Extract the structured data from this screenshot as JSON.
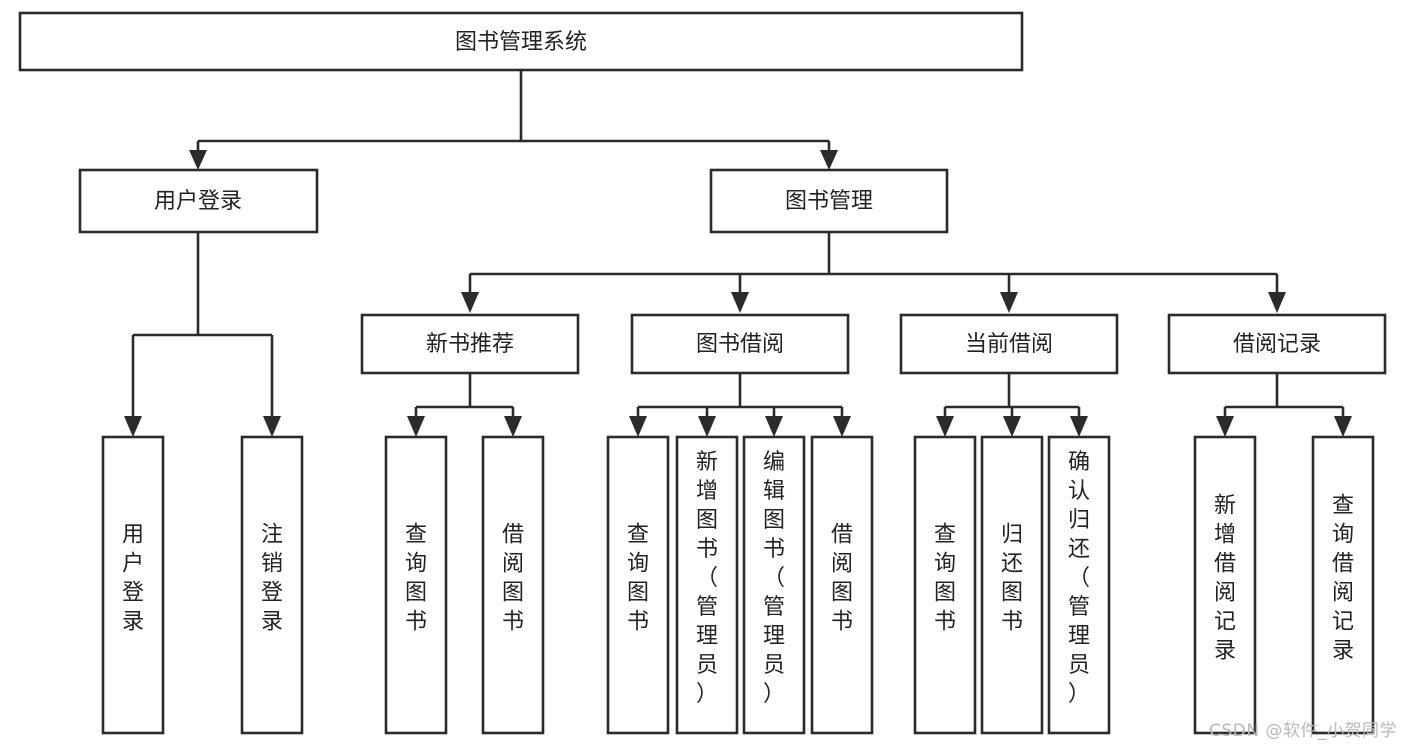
{
  "diagram": {
    "type": "tree-flowchart",
    "title": "图书管理系统",
    "watermark": "CSDN @软件_小贺同学",
    "colors": {
      "stroke": "#2b2b2b",
      "fill": "#ffffff",
      "text": "#222222",
      "watermark": "#b9b9b9"
    },
    "nodes": {
      "root": {
        "label": "图书管理系统",
        "orientation": "horizontal"
      },
      "level2": [
        {
          "id": "user-login",
          "label": "用户登录",
          "orientation": "horizontal"
        },
        {
          "id": "book-management",
          "label": "图书管理",
          "orientation": "horizontal"
        }
      ],
      "level3": [
        {
          "id": "new-book-recommend",
          "label": "新书推荐",
          "orientation": "horizontal"
        },
        {
          "id": "book-borrow",
          "label": "图书借阅",
          "orientation": "horizontal"
        },
        {
          "id": "current-borrow",
          "label": "当前借阅",
          "orientation": "horizontal"
        },
        {
          "id": "borrow-record",
          "label": "借阅记录",
          "orientation": "horizontal"
        }
      ],
      "leaves": [
        {
          "id": "leaf-user-login",
          "label": "用户登录",
          "parent": "user-login",
          "orientation": "vertical"
        },
        {
          "id": "leaf-user-logout",
          "label": "注销登录",
          "parent": "user-login",
          "orientation": "vertical"
        },
        {
          "id": "leaf-query-book-1",
          "label": "查询图书",
          "parent": "new-book-recommend",
          "orientation": "vertical"
        },
        {
          "id": "leaf-borrow-book-1",
          "label": "借阅图书",
          "parent": "new-book-recommend",
          "orientation": "vertical"
        },
        {
          "id": "leaf-query-book-2",
          "label": "查询图书",
          "parent": "book-borrow",
          "orientation": "vertical"
        },
        {
          "id": "leaf-add-book",
          "label": "新增图书（管理员）",
          "parent": "book-borrow",
          "orientation": "vertical"
        },
        {
          "id": "leaf-edit-book",
          "label": "编辑图书（管理员）",
          "parent": "book-borrow",
          "orientation": "vertical"
        },
        {
          "id": "leaf-borrow-book-2",
          "label": "借阅图书",
          "parent": "book-borrow",
          "orientation": "vertical"
        },
        {
          "id": "leaf-query-book-3",
          "label": "查询图书",
          "parent": "current-borrow",
          "orientation": "vertical"
        },
        {
          "id": "leaf-return-book",
          "label": "归还图书",
          "parent": "current-borrow",
          "orientation": "vertical"
        },
        {
          "id": "leaf-confirm-return",
          "label": "确认归还（管理员）",
          "parent": "current-borrow",
          "orientation": "vertical"
        },
        {
          "id": "leaf-add-record",
          "label": "新增借阅记录",
          "parent": "borrow-record",
          "orientation": "vertical"
        },
        {
          "id": "leaf-query-record",
          "label": "查询借阅记录",
          "parent": "borrow-record",
          "orientation": "vertical"
        }
      ]
    }
  }
}
